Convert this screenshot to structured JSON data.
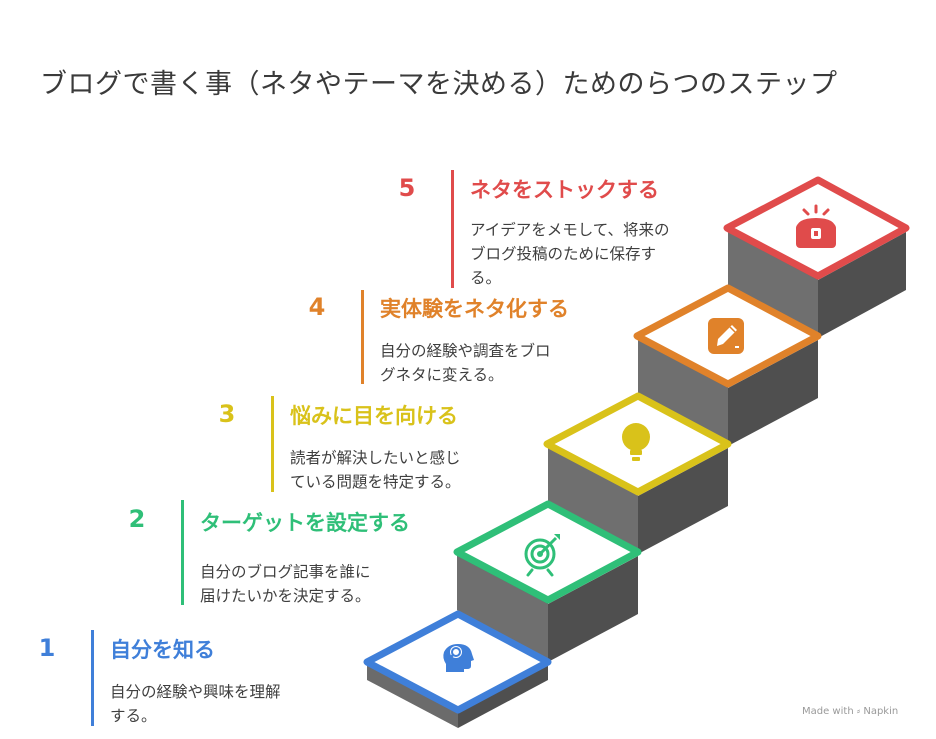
{
  "title": "ブログで書く事（ネタやテーマを決める）ためのらつのステップ",
  "steps": [
    {
      "number": "1",
      "heading": "自分を知る",
      "desc_lines": [
        "自分の経験や興味を理解",
        "する。"
      ],
      "color": "#3F7FD9",
      "icon": "head-search-icon"
    },
    {
      "number": "2",
      "heading": "ターゲットを設定する",
      "desc_lines": [
        "自分のブログ記事を誰に",
        "届けたいかを決定する。"
      ],
      "color": "#2FBF78",
      "icon": "target-arrow-icon"
    },
    {
      "number": "3",
      "heading": "悩みに目を向ける",
      "desc_lines": [
        "読者が解決したいと感じ",
        "ている問題を特定する。"
      ],
      "color": "#D9C21A",
      "icon": "lightbulb-icon"
    },
    {
      "number": "4",
      "heading": "実体験をネタ化する",
      "desc_lines": [
        "自分の経験や調査をブロ",
        "グネタに変える。"
      ],
      "color": "#E0822A",
      "icon": "pencil-square-icon"
    },
    {
      "number": "5",
      "heading": "ネタをストックする",
      "desc_lines": [
        "アイデアをメモして、将来の",
        "ブログ投稿のために保存す",
        "る。"
      ],
      "color": "#E04B4B",
      "icon": "treasure-chest-icon"
    }
  ],
  "credit": "Made with ⸗ Napkin"
}
